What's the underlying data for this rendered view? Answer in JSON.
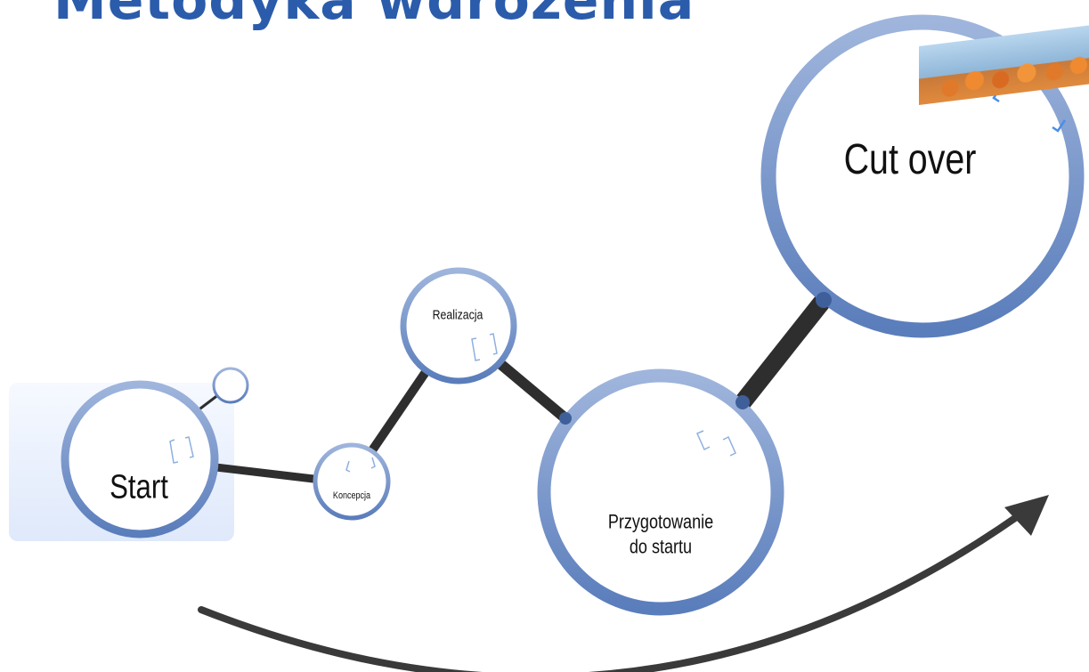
{
  "title": "Metodyka wdrożenia",
  "nodes": {
    "start": "Start",
    "koncepcja": "Koncepcja",
    "realizacja": "Realizacja",
    "przygotowanie": "Przygotowanie do startu",
    "cut_over": "Cut over"
  },
  "colors": {
    "title": "#2b5cab",
    "ring": "#6f8fc6",
    "connector": "#2e2e2e",
    "arrow": "#3a3a3a"
  }
}
